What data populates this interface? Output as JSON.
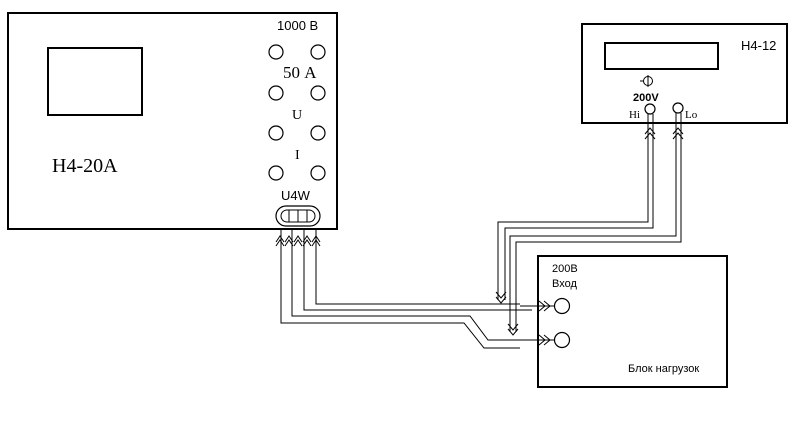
{
  "devices": {
    "h420a": {
      "name": "Н4-20А",
      "label_1000v": "1000 В",
      "label_50a": "50 А",
      "label_u": "U",
      "label_i": "I",
      "label_u4w": "U4W"
    },
    "h412": {
      "name": "Н4-12",
      "label_200v": "200V",
      "label_hi": "Hi",
      "label_lo": "Lo"
    },
    "load_block": {
      "name": "Блок нагрузок",
      "label_200v": "200В",
      "label_input": "Вход"
    }
  }
}
